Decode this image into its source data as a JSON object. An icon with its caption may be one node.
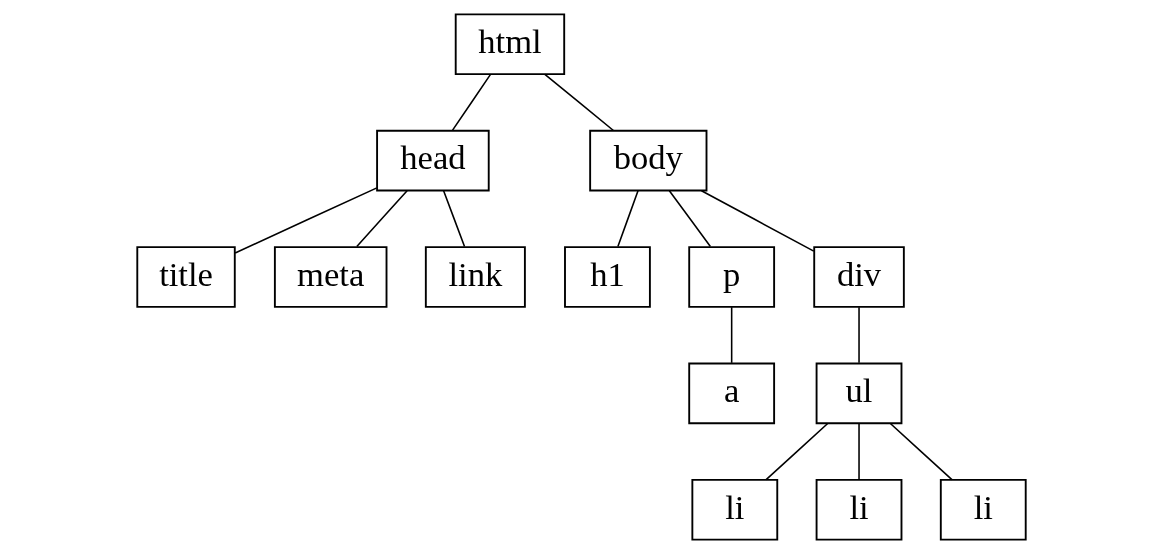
{
  "diagram": {
    "nodes": [
      {
        "text": [
          "html"
        ]
      },
      {
        "text": [
          "head"
        ]
      },
      {
        "text": [
          "body"
        ]
      },
      {
        "text": [
          "title"
        ]
      },
      {
        "text": [
          "meta"
        ]
      },
      {
        "text": [
          "link"
        ]
      },
      {
        "text": [
          "h1"
        ]
      },
      {
        "text": [
          "p"
        ]
      },
      {
        "text": [
          "div"
        ]
      },
      {
        "text": [
          "a"
        ]
      },
      {
        "text": [
          "ul"
        ]
      },
      {
        "text": [
          "li"
        ]
      },
      {
        "text": [
          "li"
        ]
      },
      {
        "text": [
          "li"
        ]
      }
    ],
    "edges": [
      {
        "from": 0,
        "to": 1,
        "arrow": "none"
      },
      {
        "from": 0,
        "to": 2,
        "arrow": "none"
      },
      {
        "from": 1,
        "to": 3,
        "arrow": "none"
      },
      {
        "from": 1,
        "to": 4,
        "arrow": "none"
      },
      {
        "from": 1,
        "to": 5,
        "arrow": "none"
      },
      {
        "from": 2,
        "to": 6,
        "arrow": "none"
      },
      {
        "from": 2,
        "to": 7,
        "arrow": "none"
      },
      {
        "from": 2,
        "to": 8,
        "arrow": "none"
      },
      {
        "from": 7,
        "to": 9,
        "arrow": "none"
      },
      {
        "from": 8,
        "to": 10,
        "arrow": "none"
      },
      {
        "from": 10,
        "to": 11,
        "arrow": "none"
      },
      {
        "from": 10,
        "to": 12,
        "arrow": "none"
      },
      {
        "from": 10,
        "to": 13,
        "arrow": "none"
      }
    ]
  }
}
